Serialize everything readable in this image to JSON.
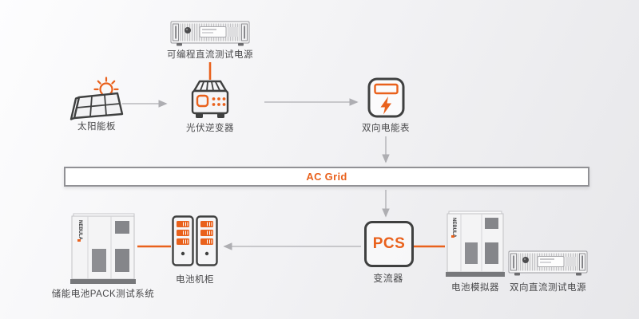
{
  "accent_color": "#e9611c",
  "icon_stroke_color": "#3f4040",
  "connector_gray": "#aeaeb2",
  "nodes": {
    "programmable_dc_supply": {
      "label": "可编程直流测试电源"
    },
    "solar_panel": {
      "label": "太阳能板"
    },
    "pv_inverter": {
      "label": "光伏逆变器"
    },
    "bidirectional_meter": {
      "label": "双向电能表"
    },
    "ac_grid": {
      "label": "AC Grid"
    },
    "pcs": {
      "box_text": "PCS",
      "label": "变流器"
    },
    "battery_cabinet": {
      "label": "电池机柜"
    },
    "pack_test_system": {
      "label": "储能电池PACK测试系统",
      "brand": "NEBULA"
    },
    "battery_simulator": {
      "label": "电池模拟器",
      "brand": "NEBULA"
    },
    "bidirectional_dc_supply": {
      "label": "双向直流测试电源"
    }
  },
  "edges": [
    {
      "from": "solar_panel",
      "to": "pv_inverter",
      "style": "gray-arrow"
    },
    {
      "from": "programmable_dc_supply",
      "to": "pv_inverter",
      "style": "orange-line"
    },
    {
      "from": "pv_inverter",
      "to": "bidirectional_meter",
      "style": "gray-arrow"
    },
    {
      "from": "bidirectional_meter",
      "to": "ac_grid",
      "style": "gray-arrow"
    },
    {
      "from": "ac_grid",
      "to": "pcs",
      "style": "gray-arrow"
    },
    {
      "from": "pcs",
      "to": "battery_cabinet",
      "style": "gray-arrow"
    },
    {
      "from": "battery_cabinet",
      "to": "pack_test_system",
      "style": "orange-line"
    },
    {
      "from": "pcs",
      "to": "battery_simulator",
      "style": "orange-line"
    }
  ]
}
